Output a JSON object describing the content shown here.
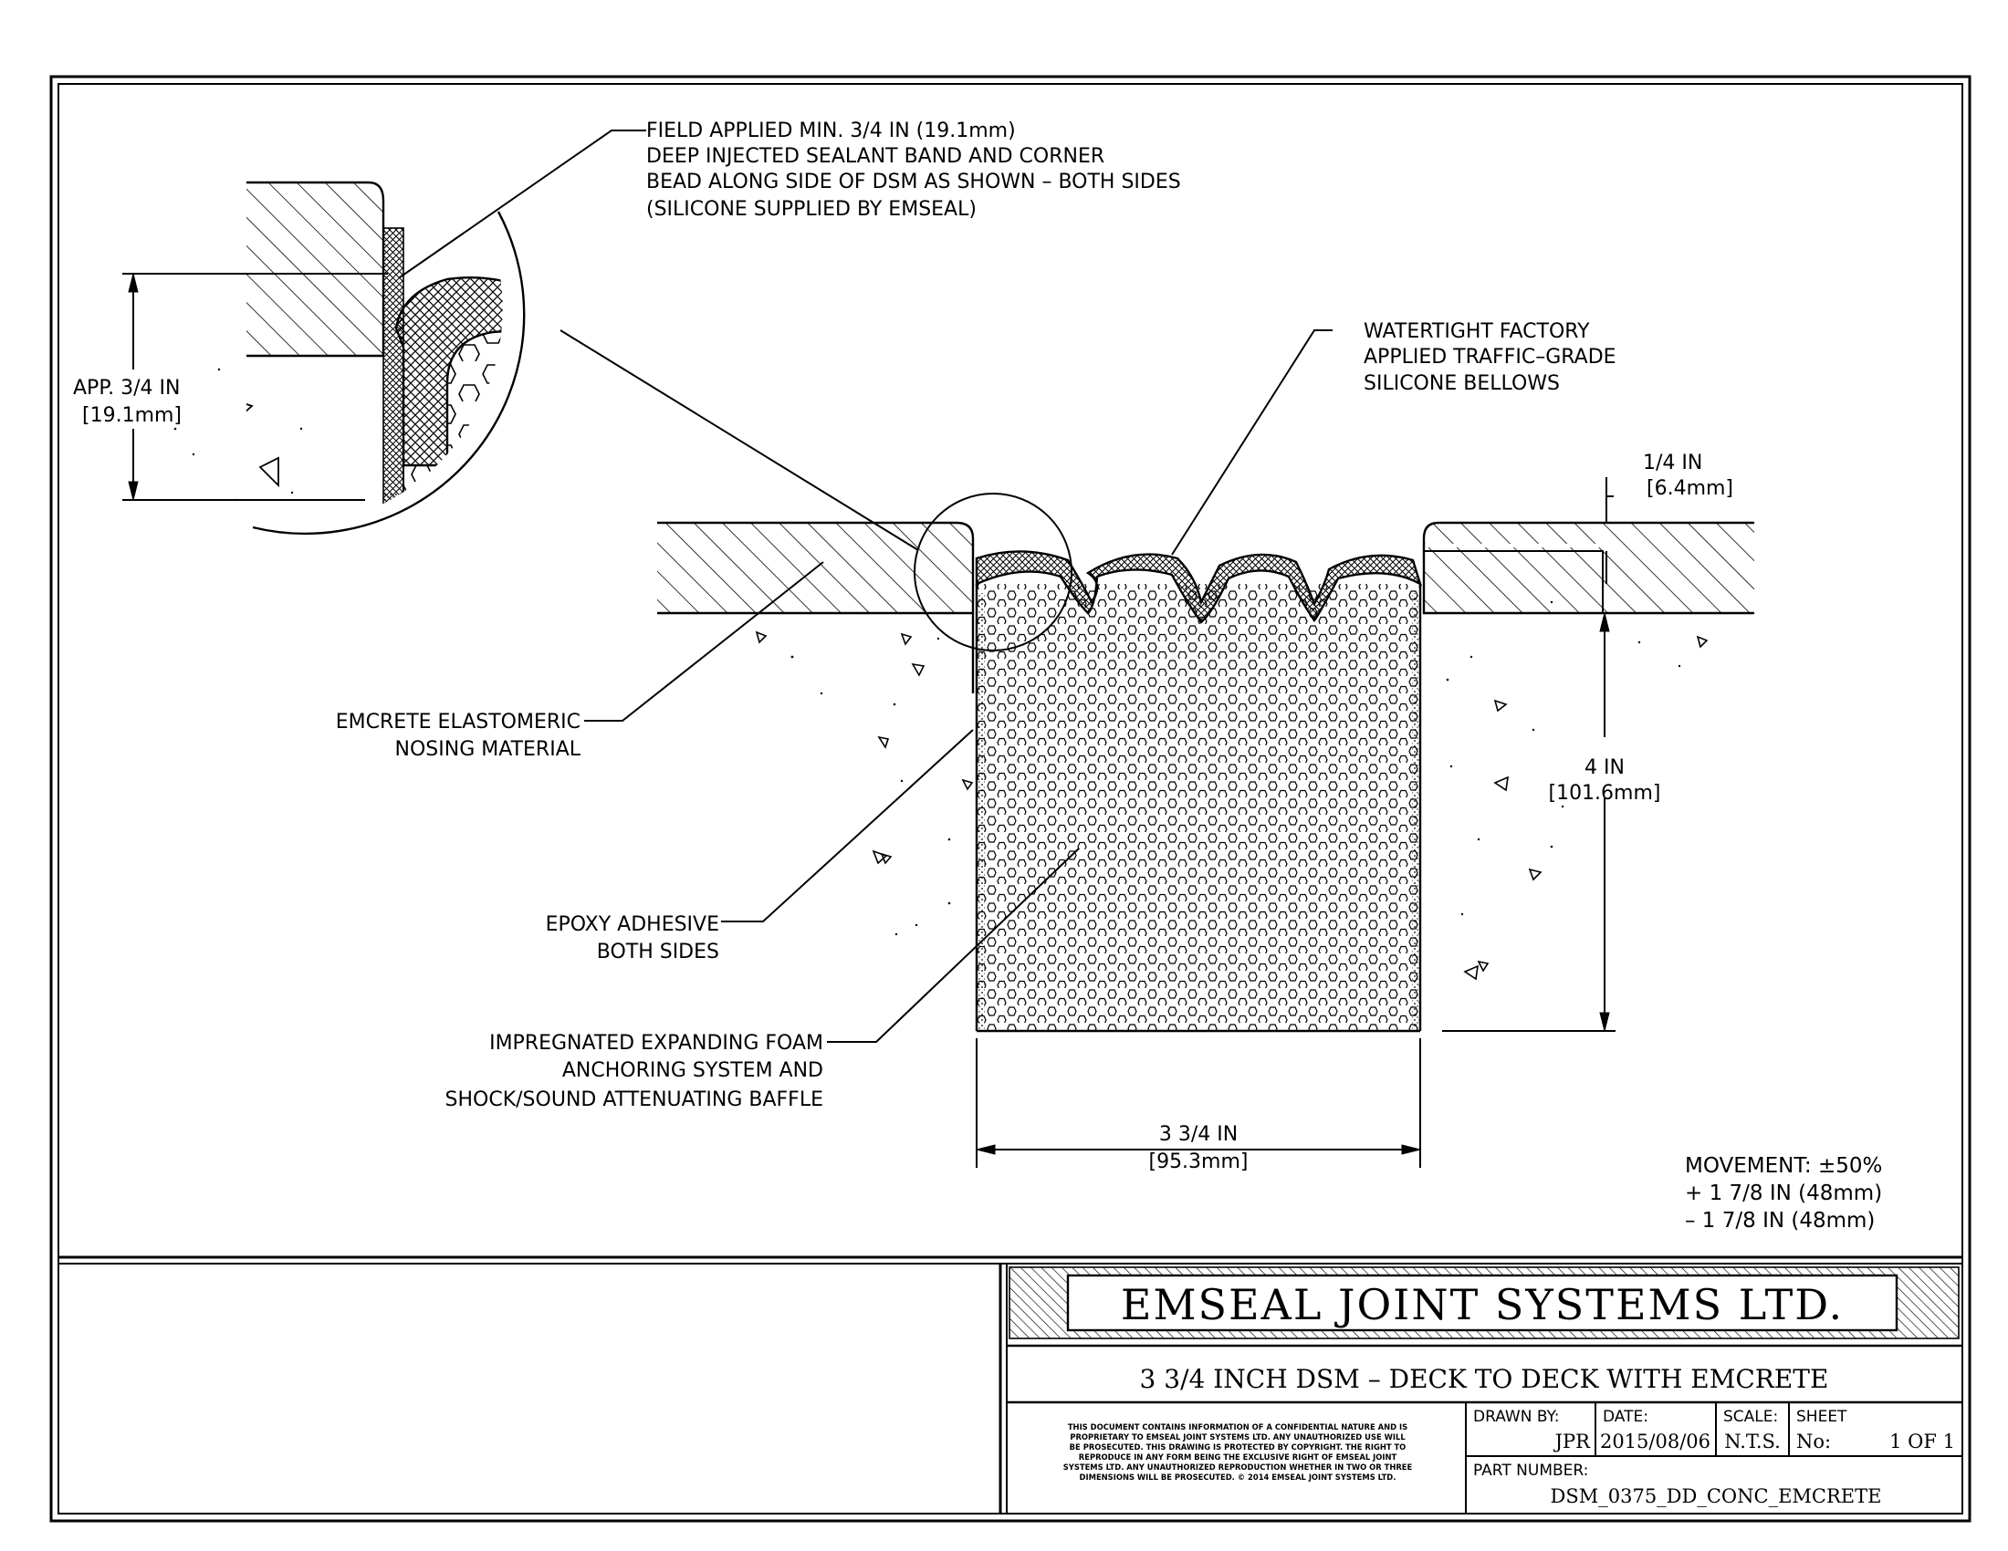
{
  "callouts": {
    "field_applied": [
      "FIELD APPLIED MIN. 3/4 IN (19.1mm)",
      "DEEP INJECTED SEALANT BAND AND CORNER",
      "BEAD ALONG SIDE OF DSM AS SHOWN – BOTH SIDES",
      "(SILICONE SUPPLIED BY EMSEAL)"
    ],
    "bellows": [
      "WATERTIGHT FACTORY",
      "APPLIED TRAFFIC–GRADE",
      "SILICONE BELLOWS"
    ],
    "emcrete": [
      "EMCRETE ELASTOMERIC",
      "NOSING MATERIAL"
    ],
    "epoxy": [
      "EPOXY ADHESIVE",
      "BOTH SIDES"
    ],
    "foam": [
      "IMPREGNATED EXPANDING FOAM",
      "ANCHORING SYSTEM AND",
      "SHOCK/SOUND ATTENUATING BAFFLE"
    ]
  },
  "dimensions": {
    "detail_depth": [
      "APP. 3/4 IN",
      "[19.1mm]"
    ],
    "recess": [
      "1/4 IN",
      "[6.4mm]"
    ],
    "depth": [
      "4 IN",
      "[101.6mm]"
    ],
    "width": [
      "3 3/4 IN",
      "[95.3mm]"
    ]
  },
  "movement": [
    "MOVEMENT: ±50%",
    "+ 1 7/8 IN (48mm)",
    "– 1 7/8 IN (48mm)"
  ],
  "title_block": {
    "company": "EMSEAL JOINT SYSTEMS LTD.",
    "drawing_title": "3 3/4 INCH DSM – DECK TO DECK WITH EMCRETE",
    "confidential": [
      "THIS DOCUMENT CONTAINS INFORMATION OF A CONFIDENTIAL NATURE AND IS",
      "PROPRIETARY TO EMSEAL JOINT SYSTEMS LTD. ANY UNAUTHORIZED USE WILL",
      "BE PROSECUTED. THIS DRAWING IS PROTECTED BY COPYRIGHT. THE RIGHT TO",
      "REPRODUCE IN ANY FORM BEING THE EXCLUSIVE RIGHT OF EMSEAL JOINT",
      "SYSTEMS LTD. ANY UNAUTHORIZED REPRODUCTION WHETHER IN TWO OR THREE",
      "DIMENSIONS WILL BE PROSECUTED. © 2014 EMSEAL JOINT SYSTEMS LTD."
    ],
    "drawn_by_label": "DRAWN BY:",
    "drawn_by": "JPR",
    "date_label": "DATE:",
    "date": "2015/08/06",
    "scale_label": "SCALE:",
    "scale": "N.T.S.",
    "sheet_label": "SHEET",
    "sheet_no_label": "No:",
    "sheet": "1 OF 1",
    "part_number_label": "PART NUMBER:",
    "part_number": "DSM_0375_DD_CONC_EMCRETE"
  }
}
